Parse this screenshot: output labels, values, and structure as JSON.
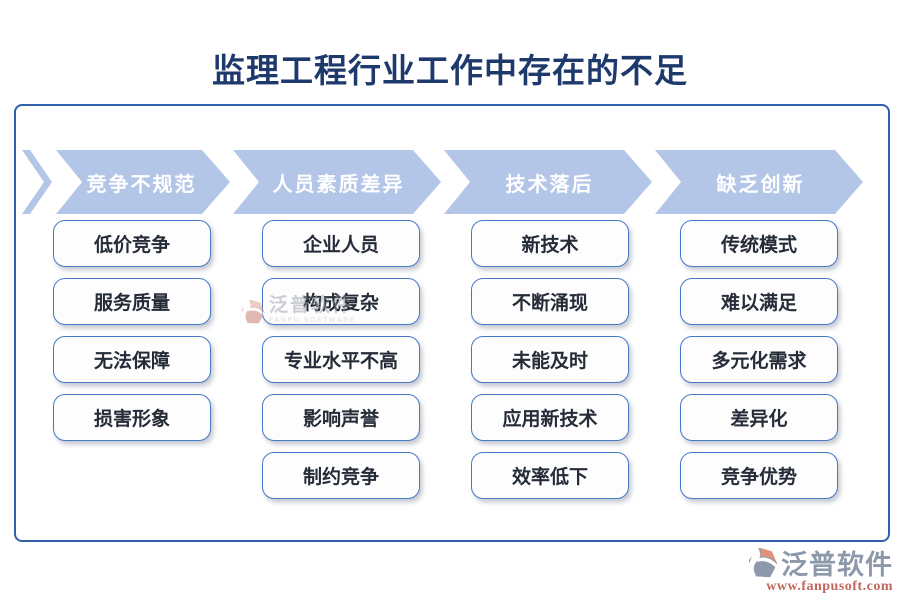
{
  "title": "监理工程行业工作中存在的不足",
  "columns": [
    {
      "header": "竞争不规范",
      "items": [
        "低价竞争",
        "服务质量",
        "无法保障",
        "损害形象"
      ]
    },
    {
      "header": "人员素质差异",
      "items": [
        "企业人员",
        "构成复杂",
        "专业水平不高",
        "影响声誉",
        "制约竞争"
      ]
    },
    {
      "header": "技术落后",
      "items": [
        "新技术",
        "不断涌现",
        "未能及时",
        "应用新技术",
        "效率低下"
      ]
    },
    {
      "header": "缺乏创新",
      "items": [
        "传统模式",
        "难以满足",
        "多元化需求",
        "差异化",
        "竞争优势"
      ]
    }
  ],
  "watermark": {
    "brand": "泛普软件",
    "sub": "FANPU SOFTWARE"
  },
  "footer_logo": {
    "brand": "泛普软件",
    "url": "www.fanpusoft.com"
  },
  "colors": {
    "title": "#1e3a6c",
    "container_border": "#3060aa",
    "banner_fill": "#b4c6e7",
    "box_border": "#4579c8",
    "box_text": "#252c38",
    "logo_gray": "#8e98ab",
    "logo_salmon": "#e0927a",
    "logo_red": "#c1685c"
  }
}
